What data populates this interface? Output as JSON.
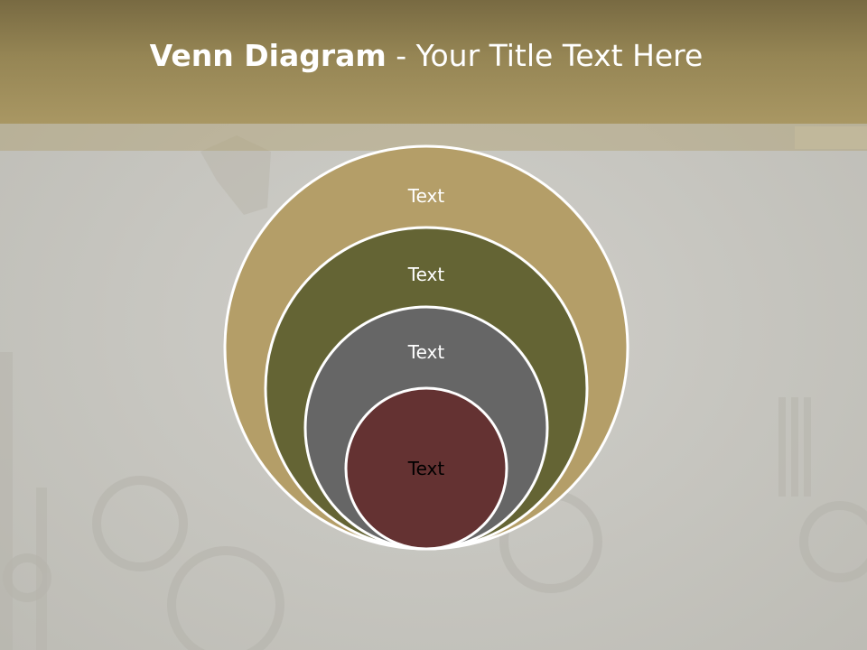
{
  "slide": {
    "title_bold": "Venn Diagram",
    "title_rest": " - Your Title Text Here"
  },
  "venn": {
    "rings": [
      {
        "label": "Text",
        "color": "#b49e68",
        "text_color": "#ffffff"
      },
      {
        "label": "Text",
        "color": "#646434",
        "text_color": "#ffffff"
      },
      {
        "label": "Text",
        "color": "#666666",
        "text_color": "#ffffff"
      },
      {
        "label": "Text",
        "color": "#643232",
        "text_color": "#000000"
      }
    ],
    "outline_color": "#ffffff"
  },
  "colors": {
    "header_band": "#958554",
    "background": "#c9c8c2"
  }
}
